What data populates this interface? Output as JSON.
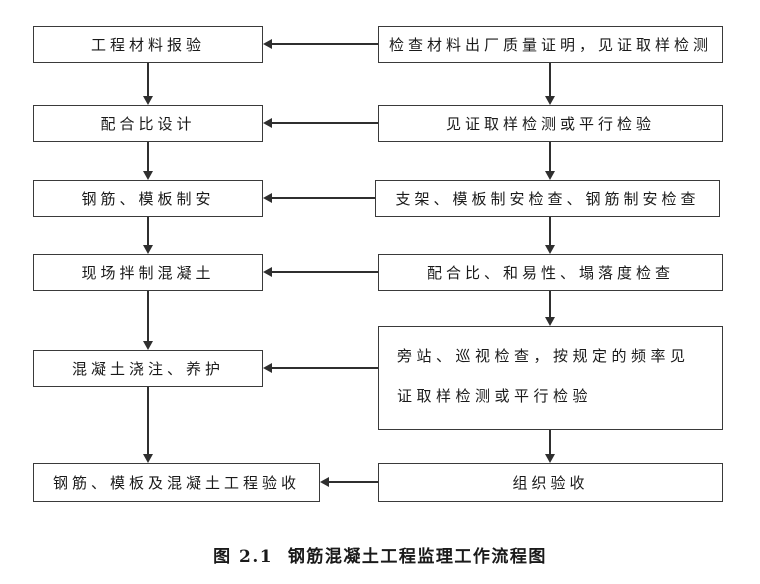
{
  "figure": {
    "caption": "图 2.1  钢筋混凝土工程监理工作流程图"
  },
  "flowchart": {
    "left_column": [
      {
        "label": "工程材料报验"
      },
      {
        "label": "配合比设计"
      },
      {
        "label": "钢筋、模板制安"
      },
      {
        "label": "现场拌制混凝土"
      },
      {
        "label": "混凝土浇注、养护"
      },
      {
        "label": "钢筋、模板及混凝土工程验收"
      }
    ],
    "right_column": [
      {
        "label": "检查材料出厂质量证明，见证取样检测"
      },
      {
        "label": "见证取样检测或平行检验"
      },
      {
        "label": "支架、模板制安检查、钢筋制安检查"
      },
      {
        "label": "配合比、和易性、塌落度检查"
      },
      {
        "label": "旁站、巡视检查，按规定的频率见证取样检测或平行检验"
      },
      {
        "label": "组织验收"
      }
    ],
    "arrows": {
      "vertical_direction": "down",
      "horizontal_direction": "left"
    },
    "colors": {
      "line": "#2f2f2f",
      "box_border": "#3a3a3a",
      "text": "#1a1a1a",
      "background": "#ffffff"
    }
  }
}
